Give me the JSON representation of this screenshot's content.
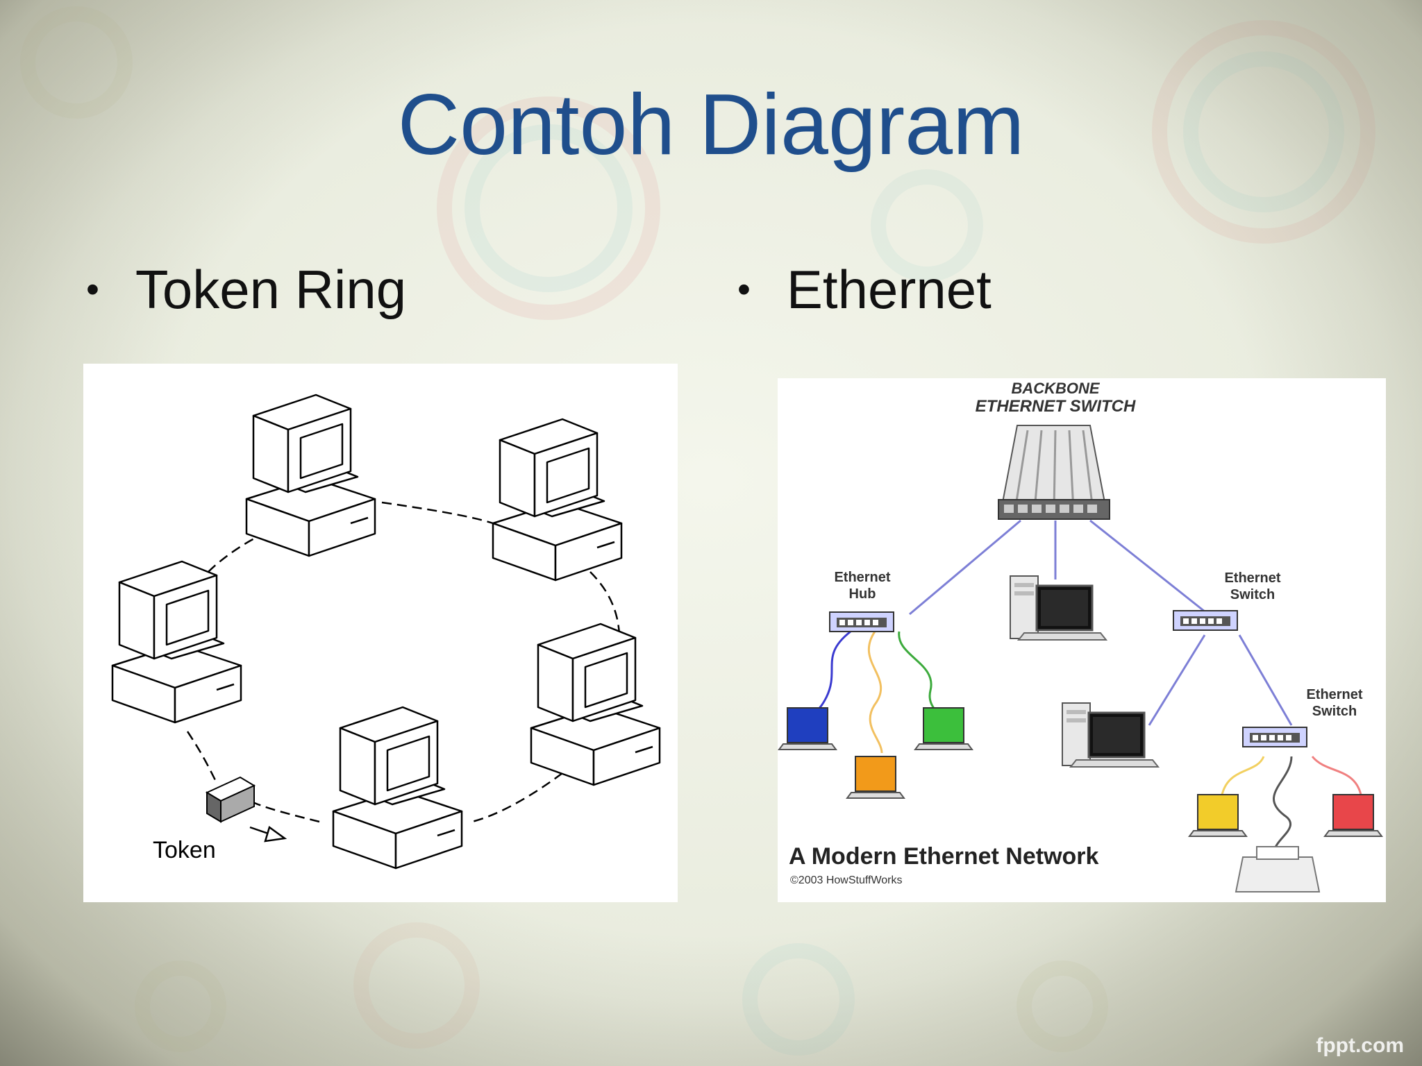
{
  "slide": {
    "title": "Contoh Diagram",
    "bullets": [
      "Token Ring",
      "Ethernet"
    ],
    "footer": "fppt.com"
  },
  "token_ring": {
    "token_label": "Token"
  },
  "ethernet": {
    "backbone_label_1": "BACKBONE",
    "backbone_label_2": "ETHERNET SWITCH",
    "hub_label_1": "Ethernet",
    "hub_label_2": "Hub",
    "switch1_label_1": "Ethernet",
    "switch1_label_2": "Switch",
    "switch2_label_1": "Ethernet",
    "switch2_label_2": "Switch",
    "caption": "A Modern Ethernet Network",
    "copyright": "©2003 HowStuffWorks"
  },
  "colors": {
    "title": "#1f4e8c",
    "laptop_blue": "#1f3fbf",
    "laptop_orange": "#f29a1a",
    "laptop_green": "#3cbf3c",
    "laptop_yellow": "#f2cc2a",
    "laptop_red": "#e8464a",
    "link_line": "#7d7fd6"
  }
}
